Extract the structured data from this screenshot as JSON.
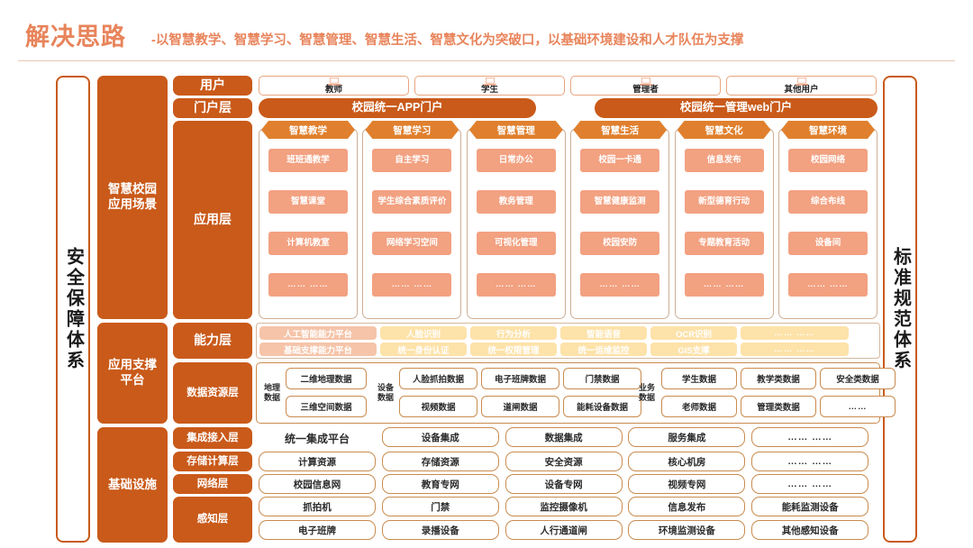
{
  "header": {
    "title_main": "解决思路",
    "title_sub": "-以智慧教学、智慧学习、智慧管理、智慧生活、智慧文化为突破口，以基础环境建设和人才队伍为支撑"
  },
  "left_frame": {
    "label": "安全保障体系"
  },
  "right_frame": {
    "label": "标准规范体系"
  },
  "group_labels": {
    "scene": "智慧校园\n应用场景",
    "support": "应用支撑\n平台",
    "infra": "基础设施"
  },
  "layer_labels": {
    "user": "用户",
    "portal": "门户层",
    "application": "应用层",
    "capability": "能力层",
    "data_resource": "数据资源层",
    "integration": "集成接入层",
    "storage": "存储计算层",
    "network": "网络层",
    "perception": "感知层"
  },
  "users": [
    {
      "label": "教师",
      "icon": "laptop-icon"
    },
    {
      "label": "学生",
      "icon": "laptop-icon"
    },
    {
      "label": "管理者",
      "icon": "laptop-icon"
    },
    {
      "label": "其他用户",
      "icon": "laptop-icon"
    }
  ],
  "portals": [
    {
      "label": "校园统一APP门户"
    },
    {
      "label": "校园统一管理web门户"
    }
  ],
  "app_columns": [
    {
      "head": "智慧教学",
      "items": [
        "班班通教学",
        "智慧课堂",
        "计算机教室",
        "…… ……"
      ]
    },
    {
      "head": "智慧学习",
      "items": [
        "自主学习",
        "学生综合素质评价",
        "网络学习空间",
        "…… ……"
      ]
    },
    {
      "head": "智慧管理",
      "items": [
        "日常办公",
        "教务管理",
        "可视化管理",
        "…… ……"
      ]
    },
    {
      "head": "智慧生活",
      "items": [
        "校园一卡通",
        "智慧健康监测",
        "校园安防",
        "…… ……"
      ]
    },
    {
      "head": "智慧文化",
      "items": [
        "信息发布",
        "新型德育行动",
        "专题教育活动",
        "…… ……"
      ]
    },
    {
      "head": "智慧环境",
      "items": [
        "校园网络",
        "综合布线",
        "设备间",
        "…… ……"
      ]
    }
  ],
  "capability": {
    "row1": [
      "人工智能能力平台",
      "人脸识别",
      "行为分析",
      "智能语音",
      "OCR识别",
      "…… ……"
    ],
    "row2": [
      "基础支撑能力平台",
      "统一身份认证",
      "统一权限管理",
      "统一运维监控",
      "GIS支撑",
      "…… ……"
    ]
  },
  "data_resource": {
    "groups": [
      {
        "label": "地理\n数据",
        "row1": [
          "二维地理数据"
        ],
        "row2": [
          "三维空间数据"
        ]
      },
      {
        "label": "设备\n数据",
        "row1": [
          "人脸抓拍数据",
          "电子班牌数据",
          "门禁数据"
        ],
        "row2": [
          "视频数据",
          "道闸数据",
          "能耗设备数据"
        ]
      },
      {
        "label": "业务\n数据",
        "row1": [
          "学生数据",
          "教学类数据",
          "安全类数据"
        ],
        "row2": [
          "老师数据",
          "管理类数据",
          "……"
        ]
      }
    ]
  },
  "integration": {
    "platform_label": "统一集成平台",
    "items": [
      "设备集成",
      "数据集成",
      "服务集成",
      "…… ……"
    ]
  },
  "storage": {
    "items": [
      "计算资源",
      "存储资源",
      "安全资源",
      "核心机房",
      "…… ……"
    ]
  },
  "network": {
    "items": [
      "校园信息网",
      "教育专网",
      "设备专网",
      "视频专网",
      "…… ……"
    ]
  },
  "perception": {
    "row1": [
      "抓拍机",
      "门禁",
      "监控摄像机",
      "信息发布",
      "能耗监测设备"
    ],
    "row2": [
      "电子班牌",
      "录播设备",
      "人行通道闸",
      "环境监测设备",
      "其他感知设备"
    ]
  },
  "colors": {
    "brand_orange": "#C95A1A",
    "head_orange": "#E0802E",
    "salmon": "#F2A181",
    "title_color": "#E8845B",
    "chip_pink": "#F5C4A9",
    "chip_yellow": "#FDE2A9",
    "card_border": "#C98B4E"
  }
}
